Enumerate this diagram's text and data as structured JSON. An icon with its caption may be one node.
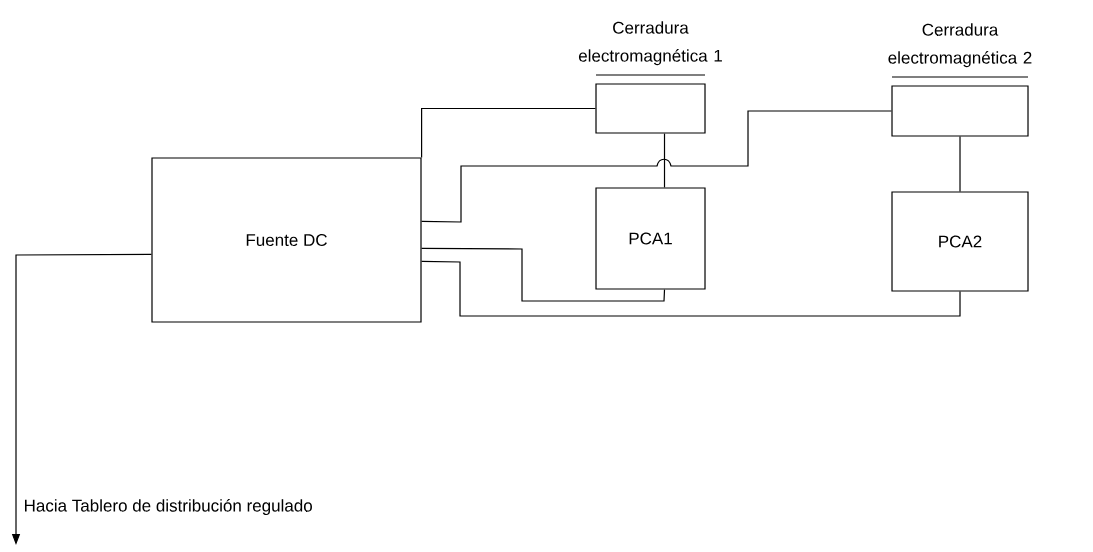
{
  "diagram": {
    "nodes": [
      {
        "text": [
          "Fuente DC"
        ]
      },
      {
        "text": [
          "Cerradura electromagnética 1"
        ]
      },
      {
        "text": [
          "Cerradura electromagnética 2"
        ]
      },
      {
        "text": [
          "PCA1"
        ]
      },
      {
        "text": [
          "PCA2"
        ]
      }
    ],
    "edges": [
      {
        "from": 0,
        "to": 1,
        "arrow": "none"
      },
      {
        "from": 0,
        "to": 2,
        "arrow": "none"
      },
      {
        "from": 1,
        "to": 3,
        "arrow": "none"
      },
      {
        "from": 2,
        "to": 4,
        "arrow": "none"
      },
      {
        "from": 0,
        "to": 3,
        "arrow": "none"
      },
      {
        "from": 0,
        "to": 4,
        "arrow": "none"
      },
      {
        "from": 0,
        "to": null,
        "arrow": "to",
        "label": "Hacia Tablero de distribución regulado"
      }
    ]
  }
}
